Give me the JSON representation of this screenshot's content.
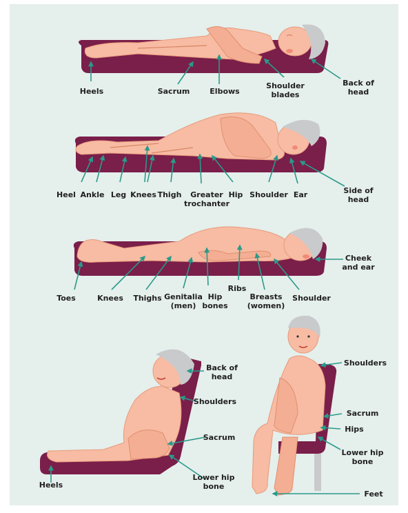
{
  "scene1": {
    "labels": {
      "heels": "Heels",
      "sacrum": "Sacrum",
      "elbows": "Elbows",
      "shoulder_blades_1": "Shoulder",
      "shoulder_blades_2": "blades",
      "back_of_head_1": "Back of",
      "back_of_head_2": "head"
    }
  },
  "scene2": {
    "labels": {
      "heel": "Heel",
      "ankle": "Ankle",
      "leg": "Leg",
      "knees": "Knees",
      "thigh": "Thigh",
      "greater_trochanter_1": "Greater",
      "greater_trochanter_2": "trochanter",
      "hip": "Hip",
      "shoulder": "Shoulder",
      "ear": "Ear",
      "side_of_head_1": "Side of",
      "side_of_head_2": "head"
    }
  },
  "scene3": {
    "labels": {
      "toes": "Toes",
      "knees": "Knees",
      "thighs": "Thighs",
      "genitalia_1": "Genitalia",
      "genitalia_2": "(men)",
      "hip_bones_1": "Hip",
      "hip_bones_2": "bones",
      "ribs": "Ribs",
      "breasts_1": "Breasts",
      "breasts_2": "(women)",
      "shoulder": "Shoulder",
      "cheek_and_ear_1": "Cheek",
      "cheek_and_ear_2": "and ear"
    }
  },
  "scene4": {
    "labels": {
      "back_of_head_1": "Back of",
      "back_of_head_2": "head",
      "shoulders": "Shoulders",
      "sacrum": "Sacrum",
      "lower_hip_bone_1": "Lower hip",
      "lower_hip_bone_2": "bone",
      "heels": "Heels"
    }
  },
  "scene5": {
    "labels": {
      "shoulders": "Shoulders",
      "sacrum": "Sacrum",
      "hips": "Hips",
      "lower_hip_bone_1": "Lower hip",
      "lower_hip_bone_2": "bone",
      "feet": "Feet"
    }
  },
  "colors": {
    "background": "#e5efec",
    "mattress": "#7a1e4a",
    "skin": "#f7bca3",
    "hair": "#c9cacc",
    "arrow": "#2a9a8a"
  }
}
